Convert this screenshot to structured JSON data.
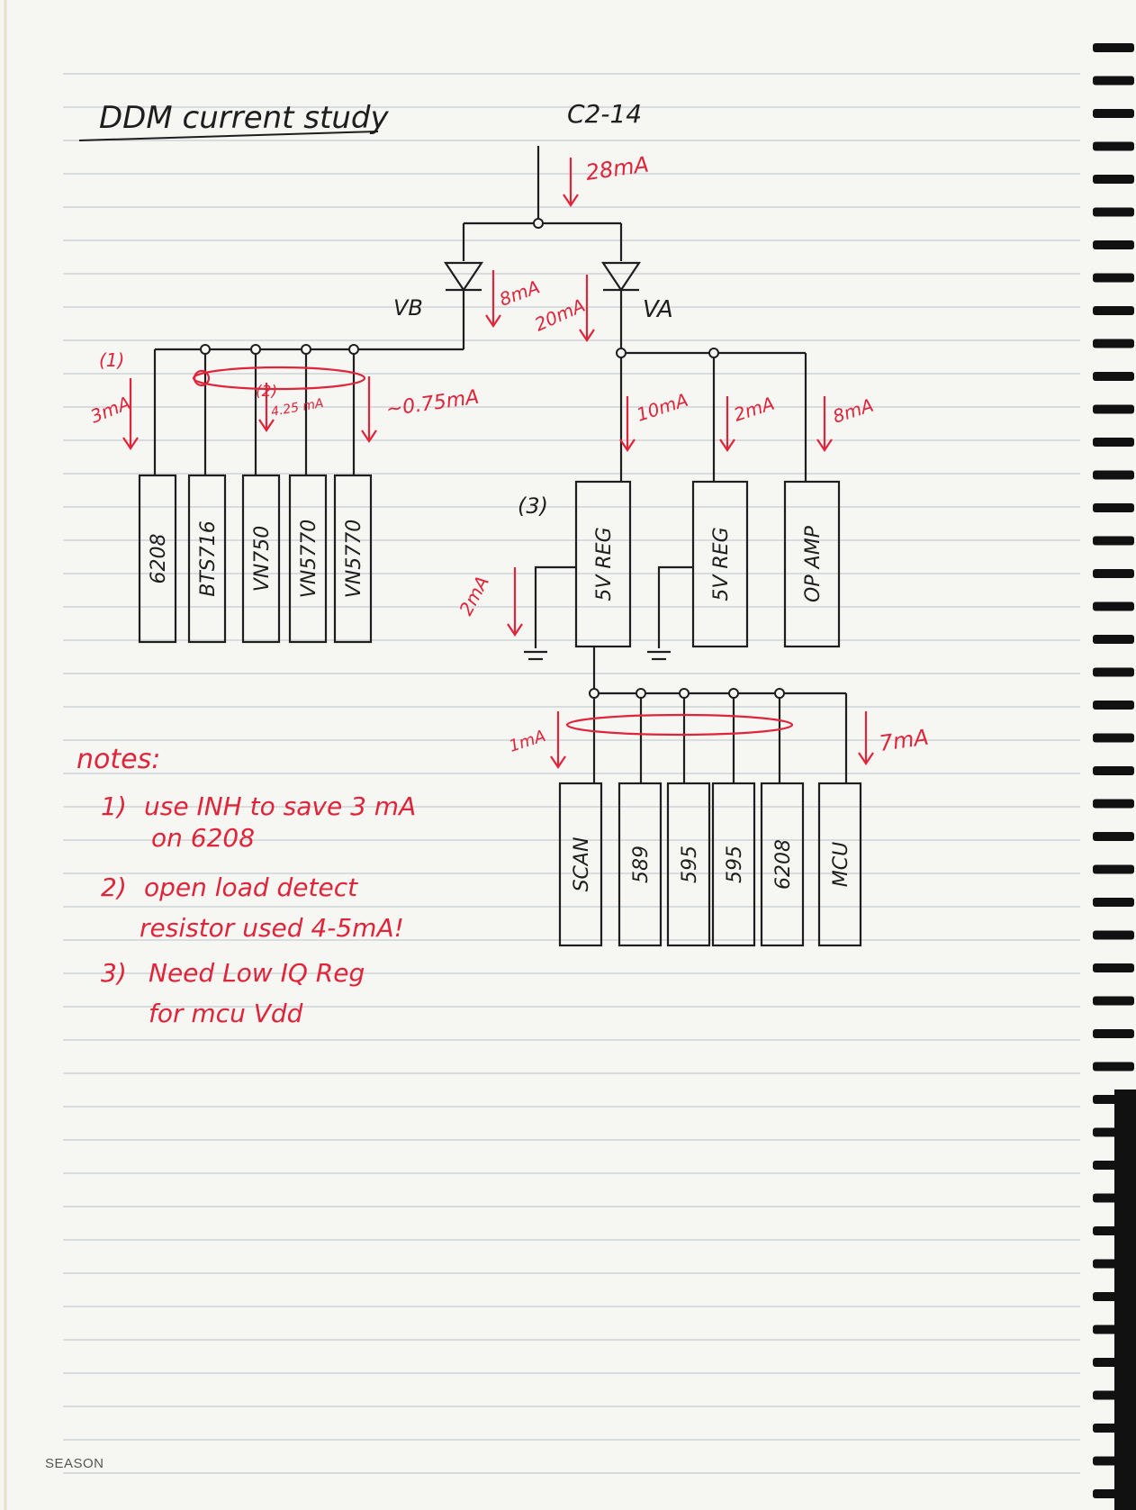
{
  "page": {
    "title": "DDM current study",
    "page_id": "C2-14",
    "brand": "SEASON",
    "colors": {
      "paper": "#f6f6f3",
      "rule": "#c8ccd2",
      "ink": "#1e1e1e",
      "red": "#e0243a",
      "spiral": "#111111"
    }
  },
  "circuit": {
    "supply_current": "28mA",
    "diode_b": {
      "label": "VB",
      "current": "8mA"
    },
    "diode_a": {
      "label": "VA",
      "current": "20mA"
    },
    "left_bus": {
      "marker": "(1)",
      "branch_current": "3mA",
      "loop_marker": "(2)",
      "loop_current": "4.25 mA",
      "total_current": "~0.75mA",
      "components": [
        "6208",
        "BTS716",
        "VN750",
        "VN5770",
        "VN5770"
      ]
    },
    "right_bus": {
      "currents": [
        "10mA",
        "2mA",
        "8mA"
      ],
      "components": [
        "5V REG",
        "5V REG",
        "OP AMP"
      ],
      "marker": "(3)",
      "reg_current": "2mA"
    },
    "lower_bus": {
      "branch_current": "1mA",
      "mcu_current": "7mA",
      "components": [
        "SCAN",
        "589",
        "595",
        "595",
        "6208",
        "MCU"
      ]
    }
  },
  "notes": {
    "heading": "notes:",
    "items": [
      {
        "num": "1)",
        "lines": [
          "use INH to save 3 mA",
          "on 6208"
        ]
      },
      {
        "num": "2)",
        "lines": [
          "open load detect",
          "resistor used 4-5mA!"
        ]
      },
      {
        "num": "3)",
        "lines": [
          "Need Low IQ Reg",
          "for mcu Vdd"
        ]
      }
    ]
  }
}
